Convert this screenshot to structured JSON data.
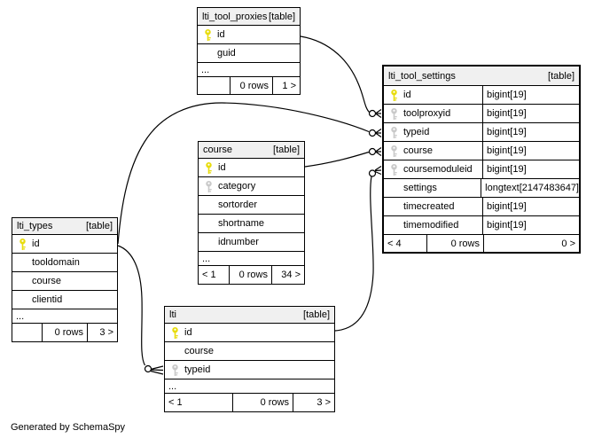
{
  "app": {
    "footer_note": "Generated by SchemaSpy"
  },
  "colors": {
    "primary_key_icon": "#e8dc0c",
    "foreign_key_icon": "#c9c9c9",
    "header_bg": "#f0f0f0",
    "border": "#000000"
  },
  "tables": [
    {
      "name": "lti_tool_proxies",
      "title": "lti_tool_proxies",
      "tag": "[table]",
      "ellipsis": "...",
      "columns": [
        {
          "name": "id",
          "key": "primary"
        },
        {
          "name": "guid",
          "key": "none"
        }
      ],
      "footer": {
        "left": "",
        "mid": "0 rows",
        "right": "1 >"
      }
    },
    {
      "name": "lti_tool_settings",
      "title": "lti_tool_settings",
      "tag": "[table]",
      "columns": [
        {
          "name": "id",
          "key": "primary",
          "type": "bigint[19]"
        },
        {
          "name": "toolproxyid",
          "key": "foreign",
          "type": "bigint[19]"
        },
        {
          "name": "typeid",
          "key": "foreign",
          "type": "bigint[19]"
        },
        {
          "name": "course",
          "key": "foreign",
          "type": "bigint[19]"
        },
        {
          "name": "coursemoduleid",
          "key": "foreign",
          "type": "bigint[19]"
        },
        {
          "name": "settings",
          "key": "none",
          "type": "longtext[2147483647]"
        },
        {
          "name": "timecreated",
          "key": "none",
          "type": "bigint[19]"
        },
        {
          "name": "timemodified",
          "key": "none",
          "type": "bigint[19]"
        }
      ],
      "footer": {
        "left": "< 4",
        "mid": "0 rows",
        "right": "0 >"
      }
    },
    {
      "name": "course",
      "title": "course",
      "tag": "[table]",
      "ellipsis": "...",
      "columns": [
        {
          "name": "id",
          "key": "primary"
        },
        {
          "name": "category",
          "key": "foreign"
        },
        {
          "name": "sortorder",
          "key": "none"
        },
        {
          "name": "shortname",
          "key": "none"
        },
        {
          "name": "idnumber",
          "key": "none"
        }
      ],
      "footer": {
        "left": "< 1",
        "mid": "0 rows",
        "right": "34 >"
      }
    },
    {
      "name": "lti_types",
      "title": "lti_types",
      "tag": "[table]",
      "ellipsis": "...",
      "columns": [
        {
          "name": "id",
          "key": "primary"
        },
        {
          "name": "tooldomain",
          "key": "none"
        },
        {
          "name": "course",
          "key": "none"
        },
        {
          "name": "clientid",
          "key": "none"
        }
      ],
      "footer": {
        "left": "",
        "mid": "0 rows",
        "right": "3 >"
      }
    },
    {
      "name": "lti",
      "title": "lti",
      "tag": "[table]",
      "ellipsis": "...",
      "columns": [
        {
          "name": "id",
          "key": "primary"
        },
        {
          "name": "course",
          "key": "none"
        },
        {
          "name": "typeid",
          "key": "foreign"
        }
      ],
      "footer": {
        "left": "< 1",
        "mid": "0 rows",
        "right": "3 >"
      }
    }
  ],
  "relationships": [
    {
      "from": "lti_tool_proxies.id",
      "to": "lti_tool_settings.toolproxyid"
    },
    {
      "from": "lti_types.id",
      "to": "lti_tool_settings.typeid"
    },
    {
      "from": "course.id",
      "to": "lti_tool_settings.course"
    },
    {
      "from": "lti.id",
      "to": "lti_tool_settings.coursemoduleid"
    },
    {
      "from": "lti_types.id",
      "to": "lti.typeid"
    }
  ]
}
